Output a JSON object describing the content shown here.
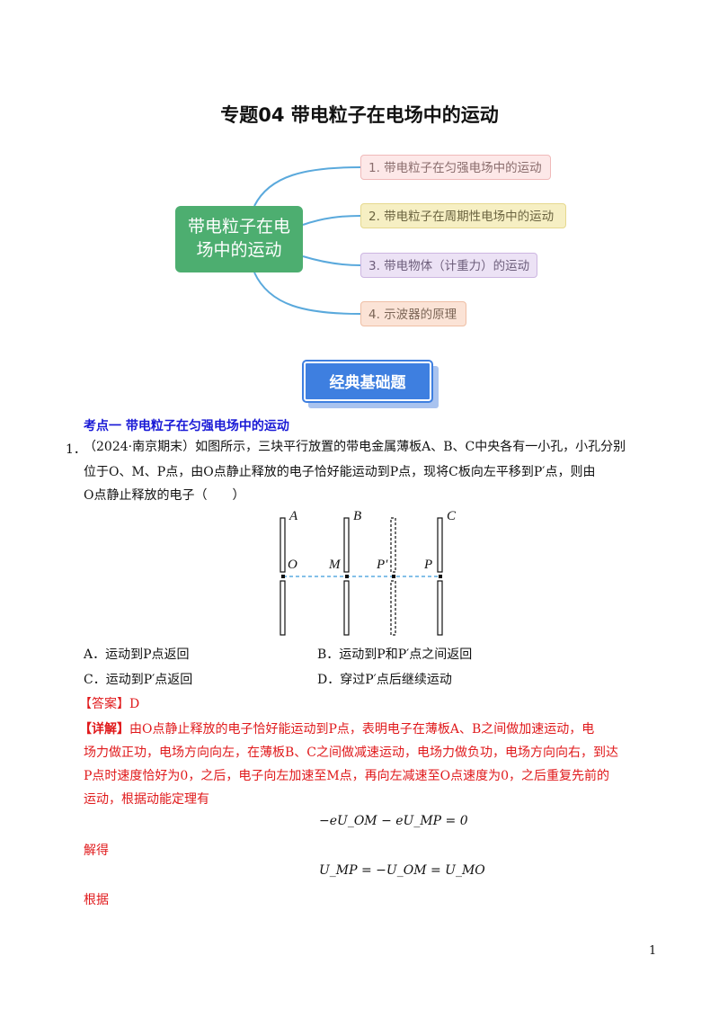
{
  "title": "专题04  带电粒子在电场中的运动",
  "mindmap": {
    "center": "带电粒子在电场中的运动",
    "nodes": [
      "1. 带电粒子在匀强电场中的运动",
      "2. 带电粒子在周期性电场中的运动",
      "3. 带电物体（计重力）的运动",
      "4. 示波器的原理"
    ]
  },
  "badge": "经典基础题",
  "section": "考点一  带电粒子在匀强电场中的运动",
  "question": {
    "number": "1．",
    "line1": "（2024·南京期末）如图所示，三块平行放置的带电金属薄板A、B、C中央各有一小孔，小孔分别",
    "line2": "位于O、M、P点，由O点静止释放的电子恰好能运动到P点，现将C板向左平移到P′点，则由",
    "line3": "O点静止释放的电子（　　）"
  },
  "figure": {
    "plate_labels": [
      "A",
      "B",
      "C"
    ],
    "point_labels": [
      "O",
      "M",
      "P′",
      "P"
    ]
  },
  "options": {
    "A": "A．运动到P点返回",
    "B": "B．运动到P和P′点之间返回",
    "C": "C．运动到P′点返回",
    "D": "D．穿过P′点后继续运动"
  },
  "answer": "【答案】D",
  "explain": {
    "label": "【详解】",
    "line1": "由O点静止释放的电子恰好能运动到P点，表明电子在薄板A、B之间做加速运动，电",
    "line2": "场力做正功，电场方向向左，在薄板B、C之间做减速运动，电场力做负功，电场方向向右，到达",
    "line3": "P点时速度恰好为0，之后，电子向左加速至M点，再向左减速至O点速度为0，之后重复先前的",
    "line4": "运动，根据动能定理有",
    "eq1": "−eU_OM − eU_MP = 0",
    "solve": "解得",
    "eq2": "U_MP = −U_OM = U_MO",
    "according": "根据"
  },
  "page_number": "1"
}
